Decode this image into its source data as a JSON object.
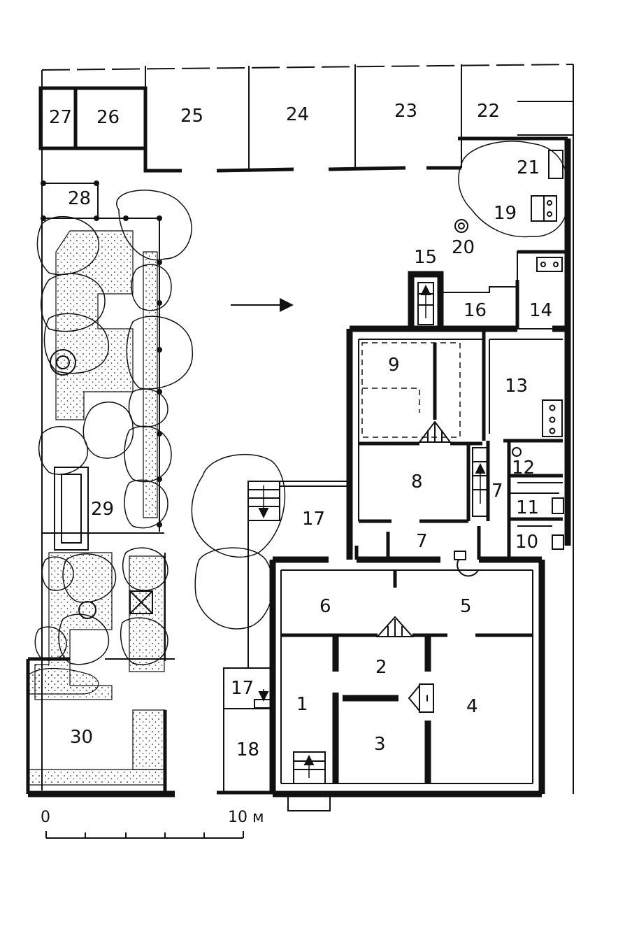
{
  "rooms": [
    {
      "id": "1",
      "label": "1"
    },
    {
      "id": "2",
      "label": "2"
    },
    {
      "id": "3",
      "label": "3"
    },
    {
      "id": "4",
      "label": "4"
    },
    {
      "id": "5",
      "label": "5"
    },
    {
      "id": "6",
      "label": "6"
    },
    {
      "id": "7a",
      "label": "7"
    },
    {
      "id": "7b",
      "label": "7"
    },
    {
      "id": "8",
      "label": "8"
    },
    {
      "id": "9",
      "label": "9"
    },
    {
      "id": "10",
      "label": "10"
    },
    {
      "id": "11",
      "label": "11"
    },
    {
      "id": "12",
      "label": "12"
    },
    {
      "id": "13",
      "label": "13"
    },
    {
      "id": "14",
      "label": "14"
    },
    {
      "id": "15",
      "label": "15"
    },
    {
      "id": "16",
      "label": "16"
    },
    {
      "id": "17a",
      "label": "17"
    },
    {
      "id": "17b",
      "label": "17"
    },
    {
      "id": "18",
      "label": "18"
    },
    {
      "id": "19",
      "label": "19"
    },
    {
      "id": "20",
      "label": "20"
    },
    {
      "id": "21",
      "label": "21"
    },
    {
      "id": "22",
      "label": "22"
    },
    {
      "id": "23",
      "label": "23"
    },
    {
      "id": "24",
      "label": "24"
    },
    {
      "id": "25",
      "label": "25"
    },
    {
      "id": "26",
      "label": "26"
    },
    {
      "id": "27",
      "label": "27"
    },
    {
      "id": "28",
      "label": "28"
    },
    {
      "id": "29",
      "label": "29"
    },
    {
      "id": "30",
      "label": "30"
    }
  ],
  "scale_bar": {
    "start_label": "0",
    "end_label": "10 м"
  },
  "icons": {
    "orientation": "arrow-icon",
    "stair": "stair-icon",
    "stove": "stove-icon",
    "well": "well-icon"
  },
  "colors": {
    "ink": "#111111",
    "paper": "#ffffff"
  }
}
